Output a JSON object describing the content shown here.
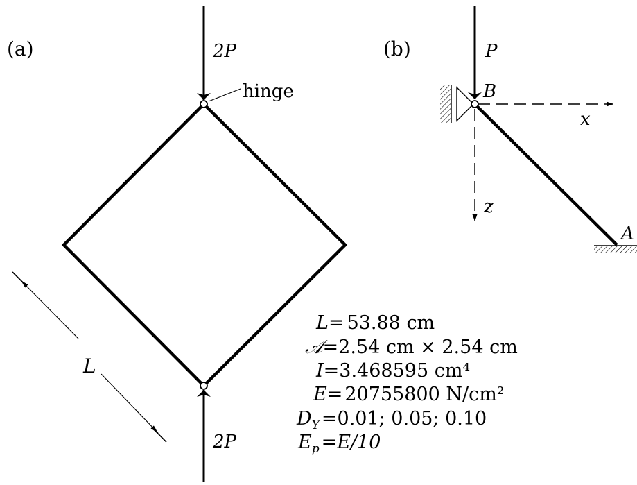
{
  "panel_a": {
    "label": "(a)",
    "top_load": "2P",
    "bottom_load": "2P",
    "hinge_label": "hinge",
    "length_label": "L"
  },
  "panel_b": {
    "label": "(b)",
    "load": "P",
    "node_b": "B",
    "node_a": "A",
    "axis_x": "x",
    "axis_z": "z"
  },
  "parameters": {
    "L": {
      "symbol": "L",
      "value": "53.88 cm"
    },
    "A": {
      "symbol": "𝒜",
      "value": "2.54 cm × 2.54 cm"
    },
    "I": {
      "symbol": "I",
      "value": "3.468595 cm⁴"
    },
    "E": {
      "symbol": "E",
      "value": "20755800 N/cm²"
    },
    "DY": {
      "symbol": "D",
      "subscript": "Y",
      "value": "0.01;  0.05;  0.10"
    },
    "Ep": {
      "symbol": "E",
      "subscript": "p",
      "value": "E/10"
    }
  },
  "colors": {
    "ink": "#000000",
    "paper": "#ffffff"
  }
}
